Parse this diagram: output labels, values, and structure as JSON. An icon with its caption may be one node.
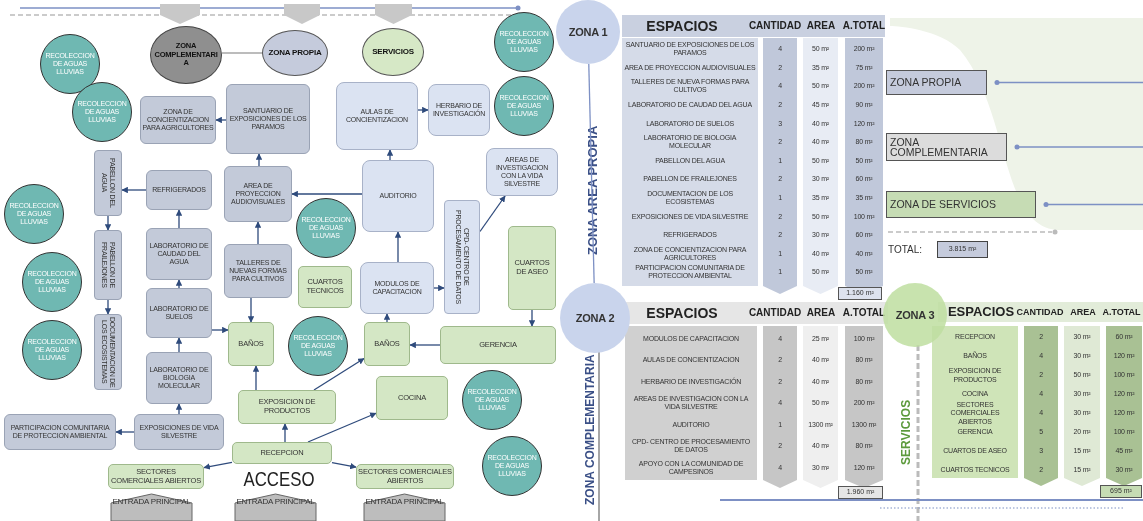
{
  "diagram": {
    "nodes": [
      {
        "text": [
          "ZONA COMPLEMENTARIA"
        ]
      },
      {
        "text": [
          "ZONA PROPIA"
        ]
      },
      {
        "text": [
          "SERVICIOS"
        ]
      },
      {
        "text": [
          "RECOLECCION DE AGUAS LLUVIAS"
        ]
      },
      {
        "text": [
          "RECOLECCION DE AGUAS LLUVIAS"
        ]
      },
      {
        "text": [
          "RECOLECCION DE AGUAS LLUVIAS"
        ]
      },
      {
        "text": [
          "ZONA DE CONCIENTIZACION PARA AGRICULTORES"
        ]
      },
      {
        "text": [
          "SANTUARIO DE EXPOSICIONES DE LOS PARAMOS"
        ]
      },
      {
        "text": [
          "AULAS DE CONCIENTIZACION"
        ]
      },
      {
        "text": [
          "HERBARIO DE INVESTIGACIÓN"
        ]
      },
      {
        "text": [
          "RECOLECCION DE AGUAS LLUVIAS"
        ]
      },
      {
        "text": [
          "PABELLON DEL AGUA"
        ]
      },
      {
        "text": [
          "REFRIGERADOS"
        ]
      },
      {
        "text": [
          "AREA DE PROYECCION AUDIOVISUALES"
        ]
      },
      {
        "text": [
          "AUDITORIO"
        ]
      },
      {
        "text": [
          "AREAS DE INVESTIGACION CON LA VIDA SILVESTRE"
        ]
      },
      {
        "text": [
          "RECOLECCION DE AGUAS LLUVIAS"
        ]
      },
      {
        "text": [
          "PABELLON DE FRAILEJONES"
        ]
      },
      {
        "text": [
          "LABORATORIO DE CAUDAD DEL AGUA"
        ]
      },
      {
        "text": [
          "TALLERES DE NUEVAS FORMAS PARA CULTIVOS"
        ]
      },
      {
        "text": [
          "RECOLECCION DE AGUAS LLUVIAS"
        ]
      },
      {
        "text": [
          "CPD- CENTRO DE PROCESAMIENTO DE DATOS"
        ]
      },
      {
        "text": [
          "CUARTOS DE ASEO"
        ]
      },
      {
        "text": [
          "CUARTOS TECNICOS"
        ]
      },
      {
        "text": [
          "MODULOS DE CAPACITACION"
        ]
      },
      {
        "text": [
          "RECOLECCION DE AGUAS LLUVIAS"
        ]
      },
      {
        "text": [
          "LABORATORIO DE SUELOS"
        ]
      },
      {
        "text": [
          "BAÑOS"
        ]
      },
      {
        "text": [
          "RECOLECCION DE AGUAS LLUVIAS"
        ]
      },
      {
        "text": [
          "BAÑOS"
        ]
      },
      {
        "text": [
          "GERENCIA"
        ]
      },
      {
        "text": [
          "DOCUMENTACION DE LOS ECOSISTEMAS"
        ]
      },
      {
        "text": [
          "RECOLECCION DE AGUAS LLUVIAS"
        ]
      },
      {
        "text": [
          "LABORATORIO DE BIOLOGIA MOLECULAR"
        ]
      },
      {
        "text": [
          "EXPOSICION DE PRODUCTOS"
        ]
      },
      {
        "text": [
          "COCINA"
        ]
      },
      {
        "text": [
          "RECOLECCION DE AGUAS LLUVIAS"
        ]
      },
      {
        "text": [
          "PARTICIPACION COMUNITARIA DE PROTECCION AMBIENTAL"
        ]
      },
      {
        "text": [
          "EXPOSICIONES DE VIDA SILVESTRE"
        ]
      },
      {
        "text": [
          "RECEPCION"
        ]
      },
      {
        "text": [
          "RECOLECCION DE AGUAS LLUVIAS"
        ]
      },
      {
        "text": [
          "SECTORES COMERCIALES ABIERTOS"
        ]
      },
      {
        "text": [
          "SECTORES COMERCIALES ABIERTOS"
        ]
      },
      {
        "text": [
          "ENTRADA PRINCIPAL"
        ]
      },
      {
        "text": [
          "ENTRADA PRINCIPAL"
        ]
      },
      {
        "text": [
          "ENTRADA PRINCIPAL"
        ]
      },
      {
        "text": [
          "ZONA 1"
        ]
      },
      {
        "text": [
          "ZONA 2"
        ]
      },
      {
        "text": [
          "ZONA 3"
        ]
      }
    ],
    "edges": [
      {
        "from": 0,
        "to": 1,
        "arrow": "none",
        "color": "#a6a6a6"
      },
      {
        "from": 46,
        "to": 47,
        "arrow": "none",
        "color": "#7d90c4"
      },
      {
        "from": 7,
        "to": 6,
        "arrow": "to"
      },
      {
        "from": 13,
        "to": 7,
        "arrow": "to"
      },
      {
        "from": 14,
        "to": 13,
        "arrow": "to"
      },
      {
        "from": 14,
        "to": 8,
        "arrow": "to"
      },
      {
        "from": 8,
        "to": 9,
        "arrow": "to"
      },
      {
        "from": 12,
        "to": 11,
        "arrow": "to"
      },
      {
        "from": 11,
        "to": 17,
        "arrow": "to"
      },
      {
        "from": 17,
        "to": 31,
        "arrow": "to"
      },
      {
        "from": 18,
        "to": 12,
        "arrow": "to"
      },
      {
        "from": 19,
        "to": 13,
        "arrow": "to"
      },
      {
        "from": 26,
        "to": 18,
        "arrow": "to"
      },
      {
        "from": 33,
        "to": 26,
        "arrow": "to"
      },
      {
        "from": 38,
        "to": 33,
        "arrow": "to"
      },
      {
        "from": 38,
        "to": 37,
        "arrow": "to"
      },
      {
        "from": 26,
        "to": 27,
        "arrow": "to"
      },
      {
        "from": 19,
        "to": 27,
        "arrow": "to"
      },
      {
        "from": 24,
        "to": 14,
        "arrow": "to"
      },
      {
        "from": 24,
        "to": 21,
        "arrow": "to"
      },
      {
        "from": 21,
        "to": 15,
        "arrow": "to"
      },
      {
        "from": 22,
        "to": 30,
        "arrow": "to"
      },
      {
        "from": 30,
        "to": 29,
        "arrow": "to"
      },
      {
        "from": 29,
        "to": 24,
        "arrow": "to"
      },
      {
        "from": 34,
        "to": 27,
        "arrow": "to"
      },
      {
        "from": 34,
        "to": 29,
        "arrow": "to"
      },
      {
        "from": 39,
        "to": 34,
        "arrow": "to"
      },
      {
        "from": 39,
        "to": 35,
        "arrow": "to"
      },
      {
        "from": 39,
        "to": 41,
        "arrow": "to"
      },
      {
        "from": 39,
        "to": 42,
        "arrow": "to"
      }
    ],
    "labels": [
      "ACCESO",
      "ZONA AREA PROPIA",
      "ESPACIOS",
      "CANTIDAD",
      "AREA",
      "A.TOTAL",
      "SANTUARIO DE EXPOSICIONES DE LOS PARAMOS",
      "4",
      "50 m²",
      "200 m²",
      "AREA DE PROYECCION AUDIOVISUALES",
      "2",
      "35 m²",
      "75 m²",
      "TALLERES DE NUEVA FORMAS PARA CULTIVOS",
      "4",
      "50 m²",
      "200 m²",
      "LABORATORIO DE CAUDAD DEL AGUA",
      "2",
      "45 m²",
      "90 m²",
      "LABORATORIO DE SUELOS",
      "3",
      "40 m²",
      "120 m²",
      "LABORATORIO DE BIOLOGIA MOLECULAR",
      "2",
      "40 m²",
      "80 m²",
      "PABELLON DEL AGUA",
      "1",
      "50 m²",
      "50 m²",
      "PABELLON DE FRAILEJONES",
      "2",
      "30 m²",
      "60 m²",
      "DOCUMENTACION DE LOS ECOSISTEMAS",
      "1",
      "35 m²",
      "35 m²",
      "EXPOSICIONES DE VIDA SILVESTRE",
      "2",
      "50 m²",
      "100 m²",
      "REFRIGERADOS",
      "2",
      "30 m²",
      "60 m²",
      "ZONA DE CONCIENTIZACION PARA AGRICULTORES",
      "1",
      "40 m²",
      "40 m²",
      "PARTICIPACION COMUNITARIA DE PROTECCION AMBIENTAL",
      "1",
      "50 m²",
      "50 m²",
      "1.160 m²",
      "TOTAL:",
      "3.815 m²",
      "ZONA COMPLEMENTARIA",
      "ESPACIOS",
      "CANTIDAD",
      "AREA",
      "A.TOTAL",
      "MODULOS DE CAPACITACION",
      "4",
      "25 m²",
      "100 m²",
      "AULAS DE CONCIENTIZACION",
      "2",
      "40 m²",
      "80 m²",
      "HERBARIO DE INVESTIGACIÓN",
      "2",
      "40 m²",
      "80 m²",
      "AREAS DE INVESTIGACION CON LA VIDA SILVESTRE",
      "4",
      "50 m²",
      "200 m²",
      "AUDITORIO",
      "1",
      "1300 m²",
      "1300 m²",
      "CPD- CENTRO DE PROCESAMIENTO DE DATOS",
      "2",
      "40 m²",
      "80 m²",
      "APOYO CON LA COMUNIDAD DE CAMPESINOS",
      "4",
      "30 m²",
      "120 m²",
      "1.960 m²",
      "SERVICIOS",
      "ESPACIOS",
      "CANTIDAD",
      "AREA",
      "A.TOTAL",
      "RECEPCION",
      "2",
      "30 m²",
      "60 m²",
      "BAÑOS",
      "4",
      "30 m²",
      "120 m²",
      "EXPOSICION DE PRODUCTOS",
      "2",
      "50 m²",
      "100 m²",
      "COCINA",
      "4",
      "30 m²",
      "120 m²",
      "SECTORES COMERCIALES ABIERTOS",
      "4",
      "30 m²",
      "120 m²",
      "GERENCIA",
      "5",
      "20 m²",
      "100 m²",
      "CUARTOS DE ASEO",
      "3",
      "15 m²",
      "45 m²",
      "CUARTOS TECNICOS",
      "2",
      "15 m²",
      "30 m²",
      "695 m²"
    ],
    "legend": [
      {
        "text": "ZONA PROPIA",
        "color": "#c5cbdc"
      },
      {
        "text": "ZONA COMPLEMENTARIA",
        "color": "#dcdcdc"
      },
      {
        "text": "ZONA DE SERVICIOS",
        "color": "#c6dcb4"
      }
    ]
  }
}
